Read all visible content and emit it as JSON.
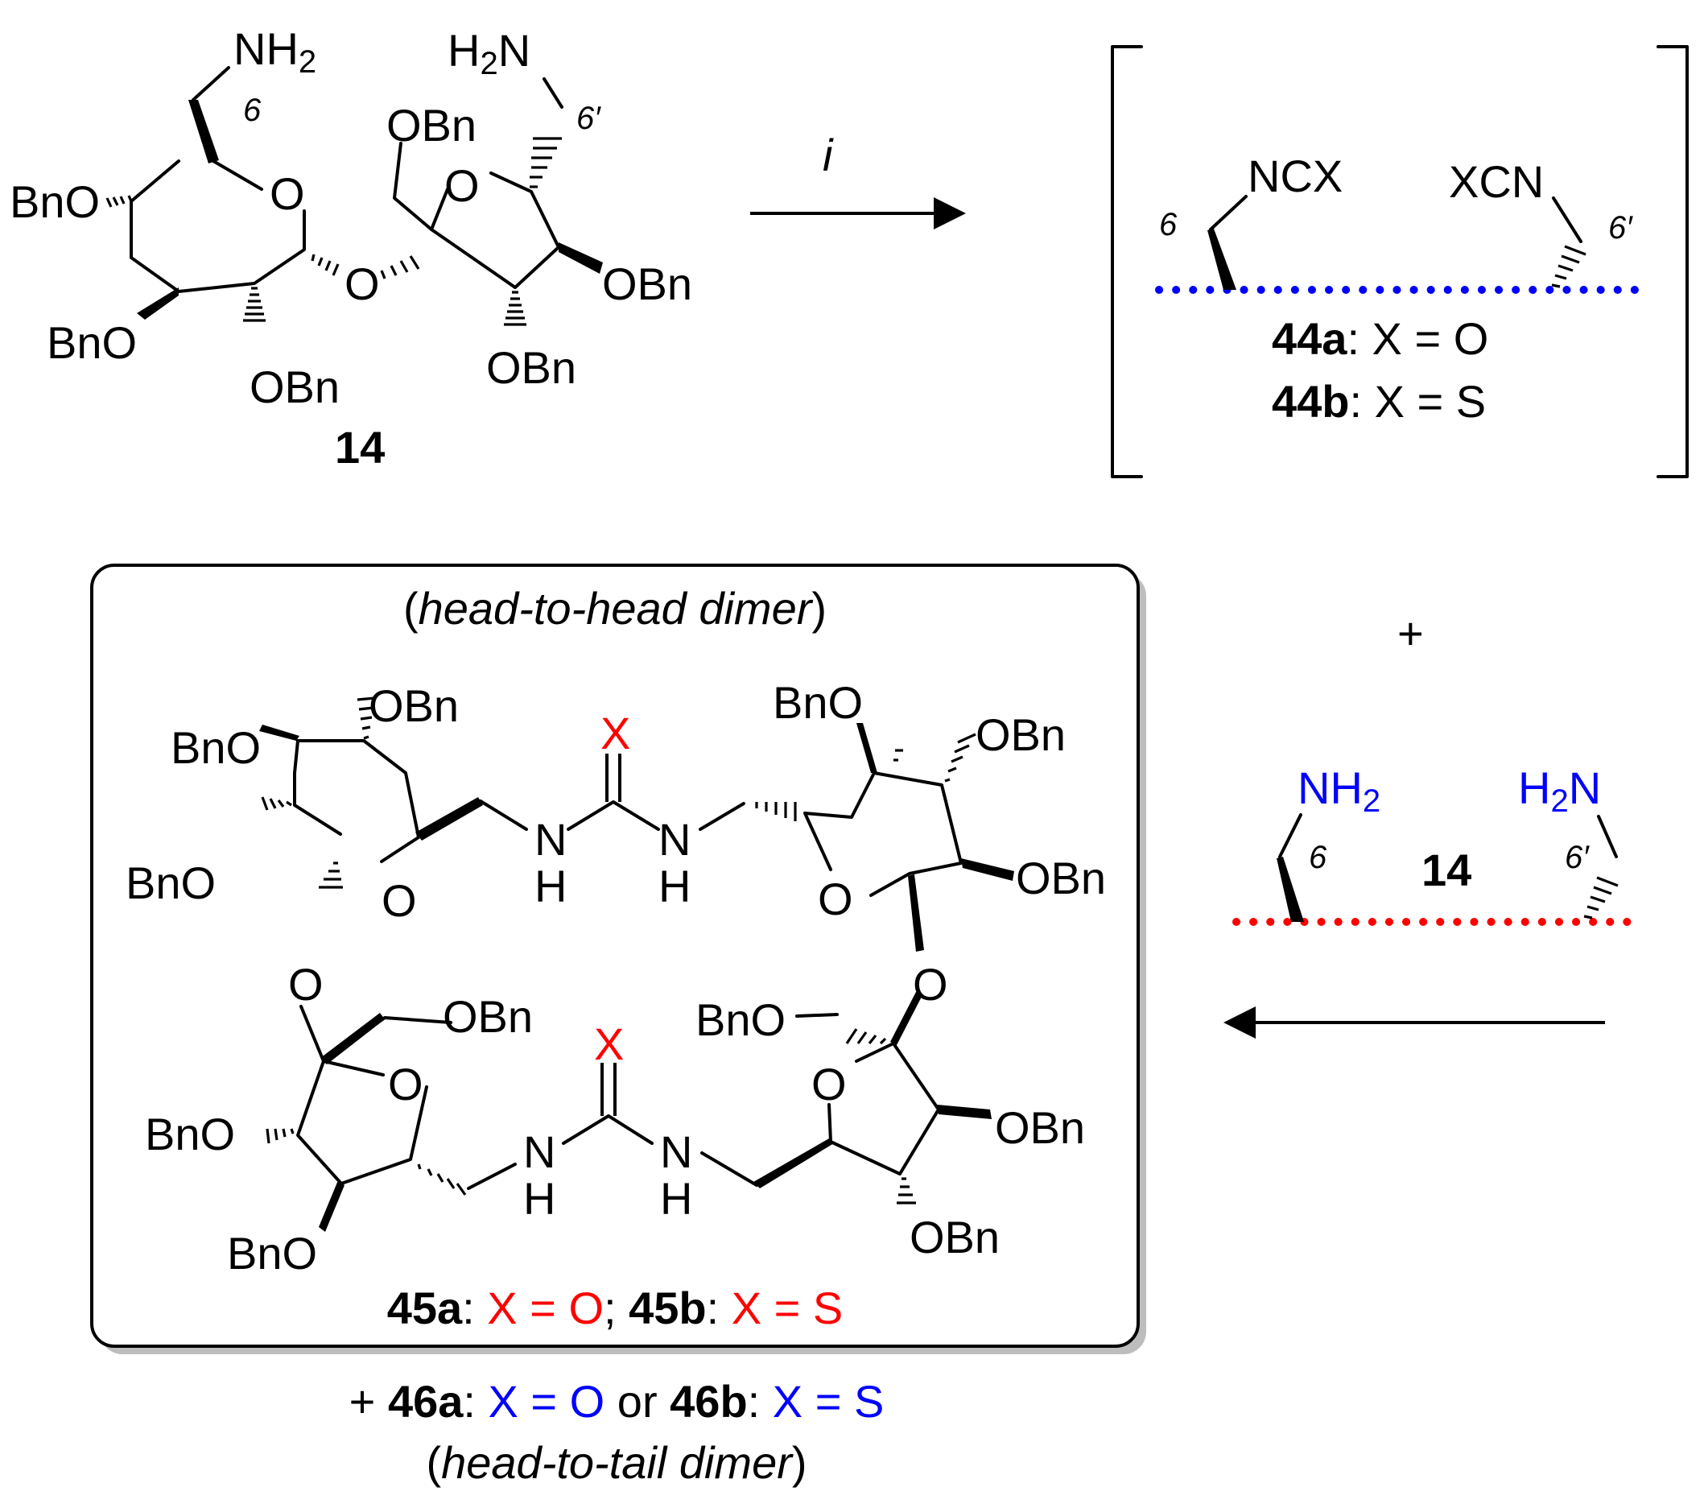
{
  "reagent_label": "i",
  "plus": "+",
  "atoms": {
    "nh2": "NH2",
    "h2n": "H2N",
    "o": "O",
    "obn": "OBn",
    "bno": "BnO",
    "h": "H",
    "n": "N",
    "x": "X",
    "ncx": "NCX",
    "xcn": "XCN"
  },
  "positions": {
    "p6": "6",
    "p6p": "6′"
  },
  "compound_14": "14",
  "intermediate": {
    "a_label": "44a",
    "a_text": ": X = O",
    "b_label": "44b",
    "b_text": ": X = S"
  },
  "box": {
    "title_open": "(",
    "title_ital": "head-to-head dimer",
    "title_close": ")",
    "caption_a_label": "45a",
    "caption_sep1": ": ",
    "caption_a_val": "X = O",
    "caption_semicolon": "; ",
    "caption_b_label": "45b",
    "caption_sep2": ": ",
    "caption_b_val": "X = S"
  },
  "footer": {
    "plus": "+",
    "a_label": "46a",
    "sep1": ": ",
    "a_val": "X = O",
    "or": " or ",
    "b_label": "46b",
    "sep2": ": ",
    "b_val": "X = S",
    "tail_open": "(",
    "tail_ital": "head-to-tail dimer",
    "tail_close": ")"
  },
  "colors": {
    "red": "#ff0000",
    "blue": "#0000ff",
    "black": "#000000",
    "shadow": "#bdbdbd"
  }
}
